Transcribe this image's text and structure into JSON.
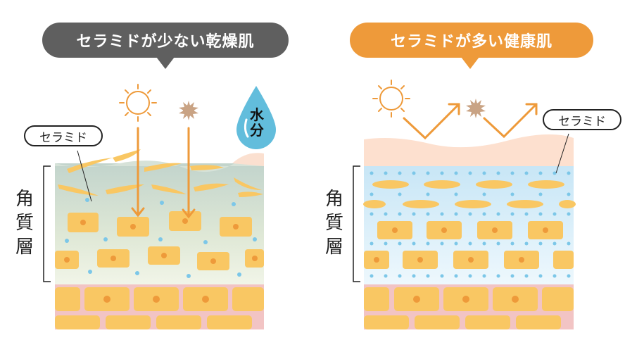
{
  "dry_panel": {
    "title": "セラミドが少ない乾燥肌",
    "ceramide_label": "セラミド",
    "water_label_line1": "水",
    "water_label_line2": "分",
    "layer_label": [
      "角",
      "質",
      "層"
    ],
    "bubble_color": "#5f5f5f"
  },
  "healthy_panel": {
    "title": "セラミドが多い健康肌",
    "ceramide_label": "セラミド",
    "layer_label": [
      "角",
      "質",
      "層"
    ],
    "bubble_color": "#ee9a3a"
  },
  "colors": {
    "cell_fill": "#f9c763",
    "cell_nucleus": "#ee9a3a",
    "arrow": "#ee9a3a",
    "skin_pink": "#f2c4c4",
    "water_dot": "#7cc7e8",
    "healthy_bg": "#cfeaf7",
    "dry_bg": "#c9d8cc",
    "surface": "#fde0cf"
  }
}
